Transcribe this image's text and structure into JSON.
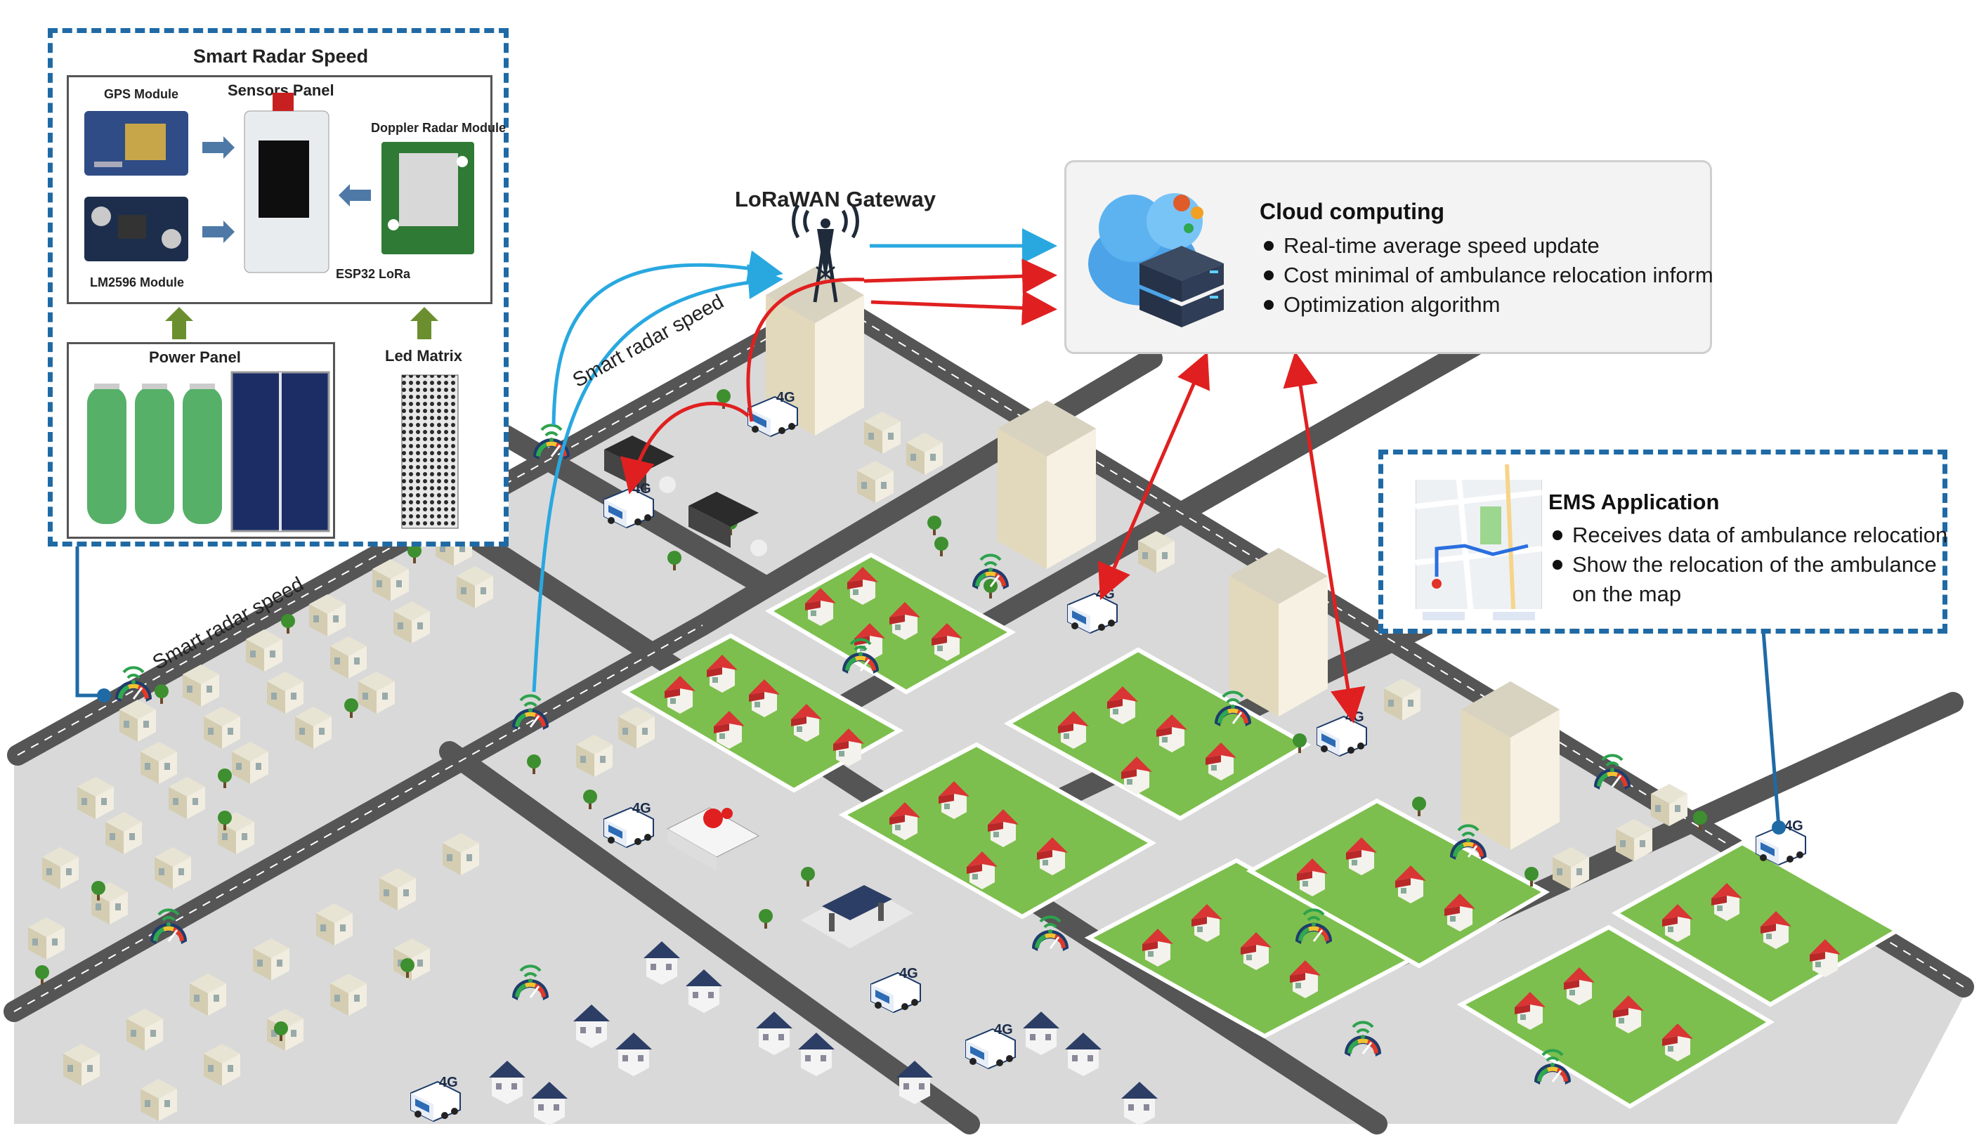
{
  "radar_box": {
    "title": "Smart Radar Speed",
    "sensors_panel": "Sensors Panel",
    "gps": "GPS Module",
    "doppler": "Doppler Radar Module",
    "lm2596": "LM2596 Module",
    "esp32": "ESP32 LoRa",
    "power_panel": "Power Panel",
    "led_matrix": "Led Matrix"
  },
  "gateway": {
    "label": "LoRaWAN Gateway"
  },
  "cloud": {
    "title": "Cloud computing",
    "items": [
      "Real-time average speed update",
      "Cost minimal of ambulance relocation inform",
      "Optimization algorithm"
    ]
  },
  "ems": {
    "title": "EMS Application",
    "items": [
      "Receives data of ambulance relocation",
      "Show the relocation of the ambulance",
      "on the map"
    ]
  },
  "road_labels": [
    "Smart radar speed",
    "Smart radar speed"
  ],
  "badge": "4G",
  "colors": {
    "dashed_border": "#1f6aa5",
    "lora_arrow": "#29a8e0",
    "cell_arrow": "#e02020",
    "lawn": "#7dbf4e",
    "road": "#5a5a5a",
    "ground": "#d9d9d9"
  }
}
